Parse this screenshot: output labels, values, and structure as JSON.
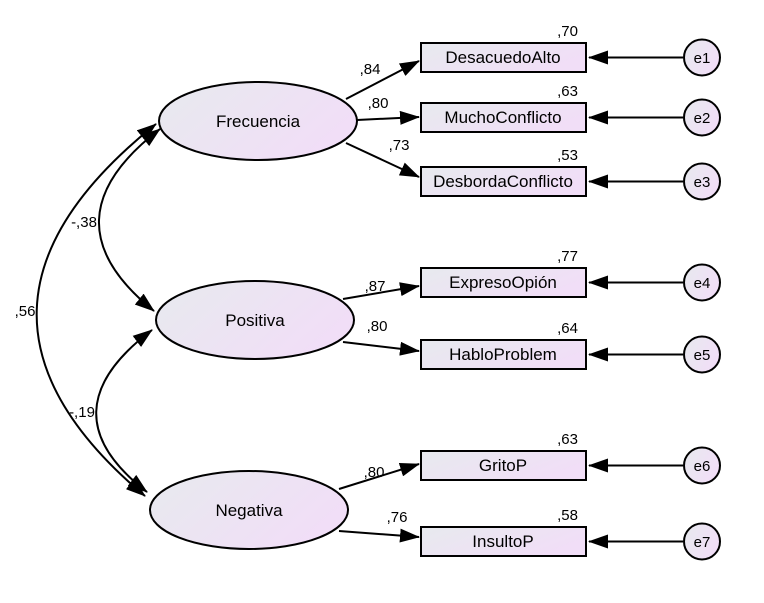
{
  "diagram": {
    "type": "sem-path-diagram",
    "latents": [
      {
        "id": "frecuencia",
        "label": "Frecuencia"
      },
      {
        "id": "positiva",
        "label": "Positiva"
      },
      {
        "id": "negativa",
        "label": "Negativa"
      }
    ],
    "indicators": [
      {
        "label": "DesacuedoAlto",
        "smc": ",70",
        "loading": ",84",
        "error": "e1",
        "latent": "Frecuencia"
      },
      {
        "label": "MuchoConflicto",
        "smc": ",63",
        "loading": ",80",
        "error": "e2",
        "latent": "Frecuencia"
      },
      {
        "label": "DesbordaConflicto",
        "smc": ",53",
        "loading": ",73",
        "error": "e3",
        "latent": "Frecuencia"
      },
      {
        "label": "ExpresoOpión",
        "smc": ",77",
        "loading": ",87",
        "error": "e4",
        "latent": "Positiva"
      },
      {
        "label": "HabloProblem",
        "smc": ",64",
        "loading": ",80",
        "error": "e5",
        "latent": "Positiva"
      },
      {
        "label": "GritoP",
        "smc": ",63",
        "loading": ",80",
        "error": "e6",
        "latent": "Negativa"
      },
      {
        "label": "InsultoP",
        "smc": ",58",
        "loading": ",76",
        "error": "e7",
        "latent": "Negativa"
      }
    ],
    "covariances": [
      {
        "pair": "Frecuencia-Positiva",
        "value": "-,38"
      },
      {
        "pair": "Frecuencia-Negativa",
        "value": ",56"
      },
      {
        "pair": "Positiva-Negativa",
        "value": "-,19"
      }
    ],
    "colors": {
      "node_fill_start": "#e7eaee",
      "node_fill_end": "#f1def7",
      "stroke": "#000000",
      "background": "#ffffff"
    }
  }
}
